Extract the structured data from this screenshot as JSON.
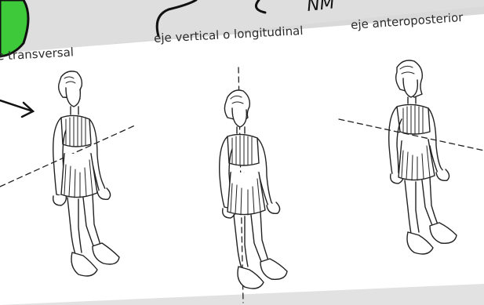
{
  "labels": {
    "transversal": "e transversal",
    "vertical": "eje vertical o longitudinal",
    "anteroposterior": "eje anteroposterior"
  },
  "top_scribble_text": "NM"
}
